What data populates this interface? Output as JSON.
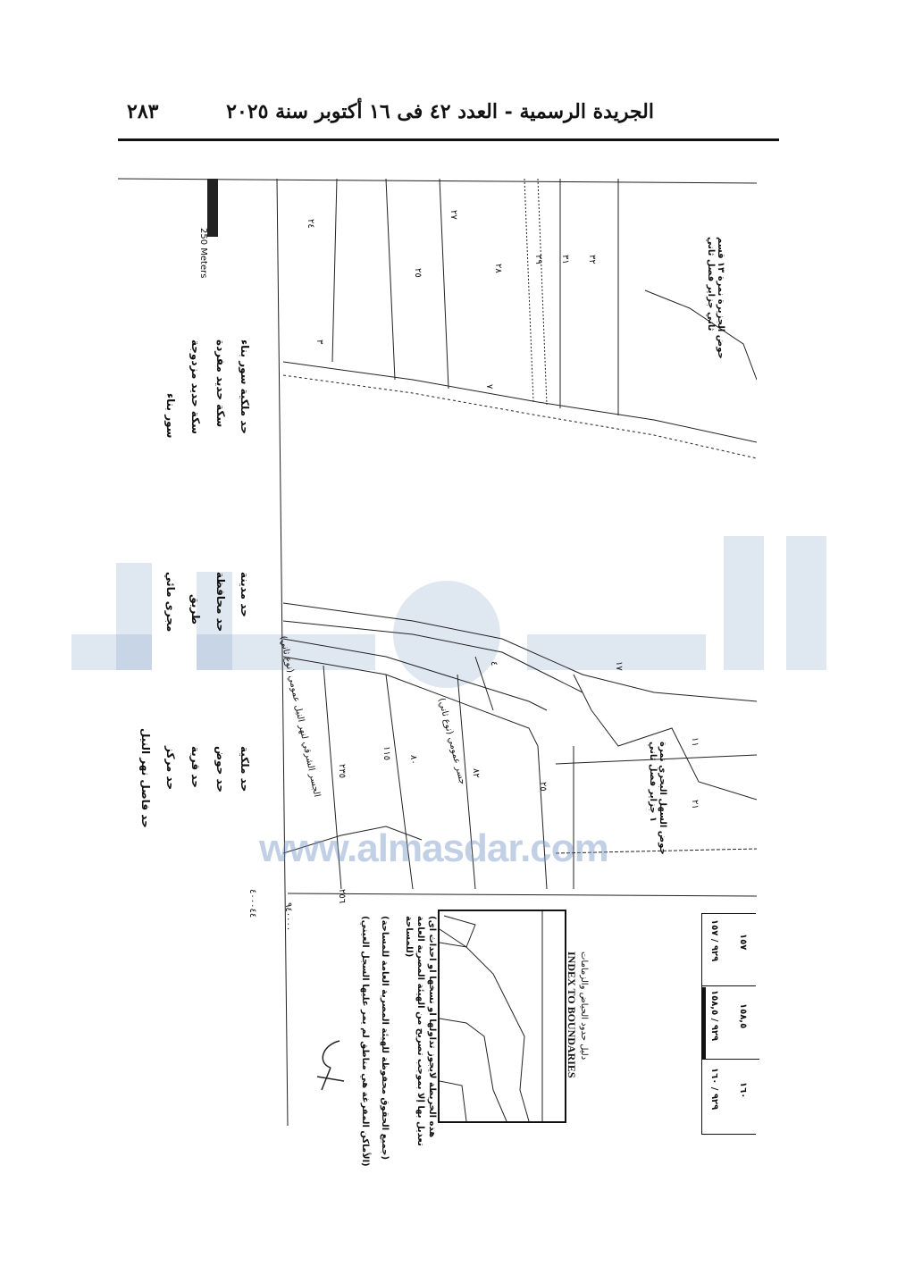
{
  "header": {
    "title": "الجريدة الرسمية - العدد ٤٢ فى ١٦ أكتوبر سنة ٢٠٢٥",
    "page_number": "٢٨٣"
  },
  "scale": {
    "unit": "Meters",
    "value": "250"
  },
  "legend": {
    "items": [
      "حد ملكية سور بناء",
      "سكة حديد مفردة",
      "سكة حديد مزدوجة",
      "سور بناء",
      "حد مدينة",
      "حد محافظة",
      "طريق",
      "مجرى مائي",
      "حد ملكية",
      "حد حوض",
      "حد قرية",
      "حد مركز",
      "حد فاصل نهر النيل"
    ]
  },
  "map": {
    "labels": {
      "basin_1": "حوض الجزيرة نمرة ١٣ قسم ثاني جزاير فصل ثاني",
      "basin_2": "حوض السهل البحري نمرة ١ جزاير فصل ثاني",
      "embankment": "الجسر الشرقي لنهر النيل عمومي (نوع ثاني)",
      "road": "جسر عمومي (نوع ثاني)",
      "coord_x": "٤٠٠٠٤٤",
      "coord_y": "٩٤٠٠٠٠"
    },
    "parcels": [
      "٢٤",
      "٢٧",
      "٢٥",
      "٢٨",
      "٢٩",
      "٣١",
      "٣٢",
      "٣",
      "٧",
      "١٧",
      "٤",
      "١١",
      "٢١",
      "٨٢",
      "٢٣٥",
      "٢٥٦",
      "١١٥",
      "٨٠",
      "٢٥"
    ]
  },
  "watermark": "www.almasdar.com",
  "index": {
    "title_ar": "دليل حدود الحياض والزمامات",
    "title_en": "INDEX TO BOUNDARIES",
    "note_1": "(هذه الخريطة لايجوز تداولها او نسخها او احداث اى تعديل بها إلا بموجب تصريح من الهيئة المصرية العامة للمساحة)",
    "note_2": "(جميع الحقوق محفوظة للهيئة المصرية العامة للمساحة)",
    "note_3": "(الأماكن المفرغة هي مناطق لم يمر عليها السجل العيني)"
  },
  "sheet_table": [
    {
      "top": "١٥٧",
      "bottom": "٩٢٩ / ١٥٧"
    },
    {
      "top": "١٥٨,٥",
      "bottom": "٩٢٩ / ١٥٨,٥"
    },
    {
      "top": "١٦٠",
      "bottom": "٩٢٩ / ١٦٠"
    }
  ]
}
